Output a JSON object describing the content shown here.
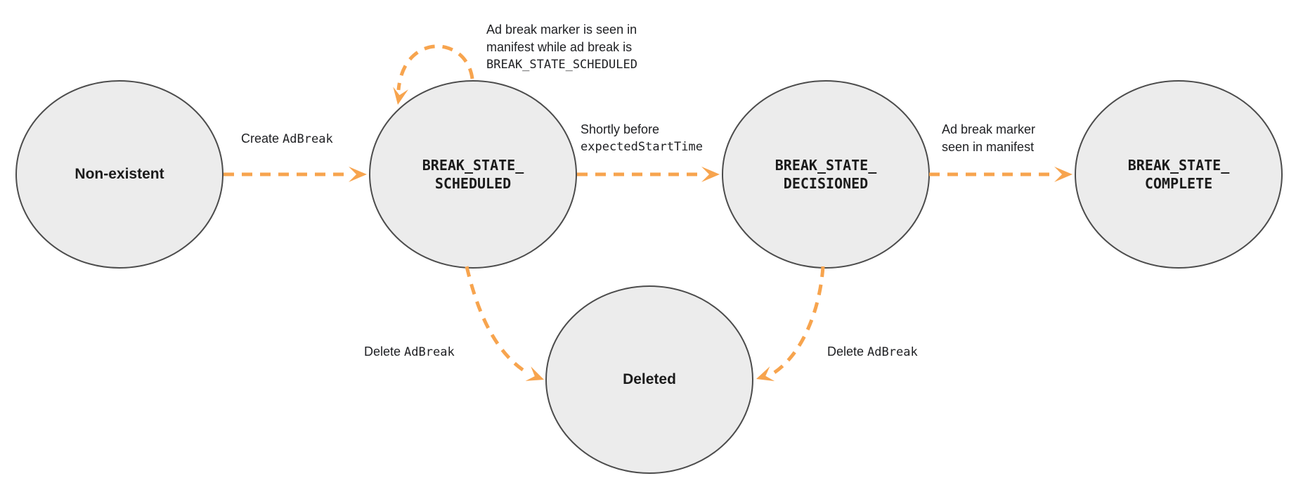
{
  "colors": {
    "accent": "#F7A44E",
    "node_fill": "#ECECEC",
    "node_border": "#4C4C4C",
    "text": "#202124"
  },
  "nodes": {
    "non_existent": {
      "label": "Non-existent"
    },
    "scheduled": {
      "line1": "BREAK_STATE_",
      "line2": "SCHEDULED"
    },
    "decisioned": {
      "line1": "BREAK_STATE_",
      "line2": "DECISIONED"
    },
    "complete": {
      "line1": "BREAK_STATE_",
      "line2": "COMPLETE"
    },
    "deleted": {
      "label": "Deleted"
    }
  },
  "edges": {
    "create": {
      "text": "Create",
      "code": "AdBreak"
    },
    "self_loop": {
      "line1": "Ad break marker is seen in",
      "line2": "manifest while ad break is",
      "code": "BREAK_STATE_SCHEDULED"
    },
    "to_decisioned": {
      "text": "Shortly before",
      "code": "expectedStartTime"
    },
    "to_complete": {
      "line1": "Ad break marker",
      "line2": "seen in manifest"
    },
    "delete_from_scheduled": {
      "text": "Delete",
      "code": "AdBreak"
    },
    "delete_from_decisioned": {
      "text": "Delete",
      "code": "AdBreak"
    }
  }
}
